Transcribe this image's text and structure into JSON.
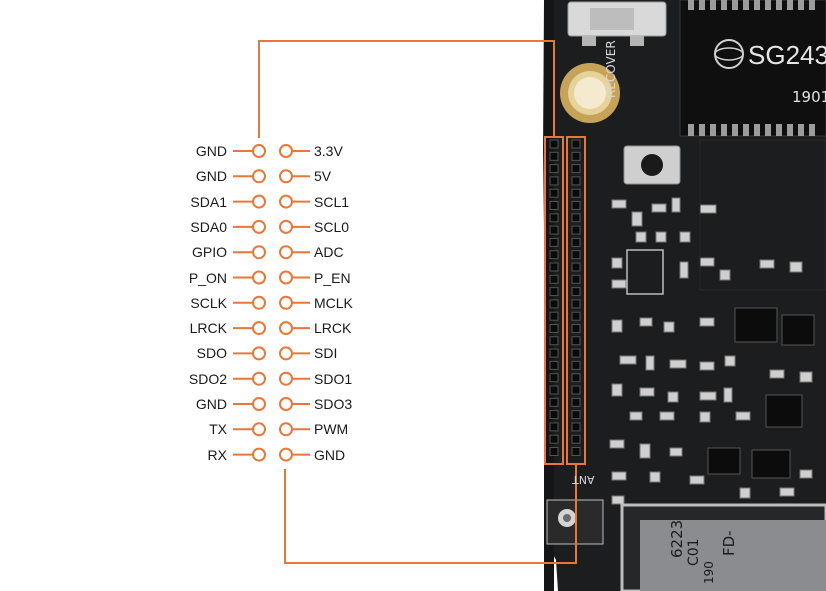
{
  "header_pins": {
    "left_column": [
      "GND",
      "GND",
      "SDA1",
      "SDA0",
      "GPIO",
      "P_ON",
      "SCLK",
      "LRCK",
      "SDO",
      "SDO2",
      "GND",
      "TX",
      "RX"
    ],
    "right_column": [
      "3.3V",
      "5V",
      "SCL1",
      "SCL0",
      "ADC",
      "P_EN",
      "MCLK",
      "LRCK",
      "SDI",
      "SDO1",
      "SDO3",
      "PWM",
      "GND"
    ]
  },
  "board": {
    "button_label": "RECOVER",
    "chip_brand": "SG243",
    "chip_code": "1901",
    "antenna_label": "ANT",
    "module_code_1": "6223",
    "module_code_2": "C01",
    "module_code_3": "190",
    "module_code_4": "FD-"
  },
  "colors": {
    "connector": "#e8773a",
    "pcb": "#1c1d1f",
    "label": "#1a1a1a"
  }
}
